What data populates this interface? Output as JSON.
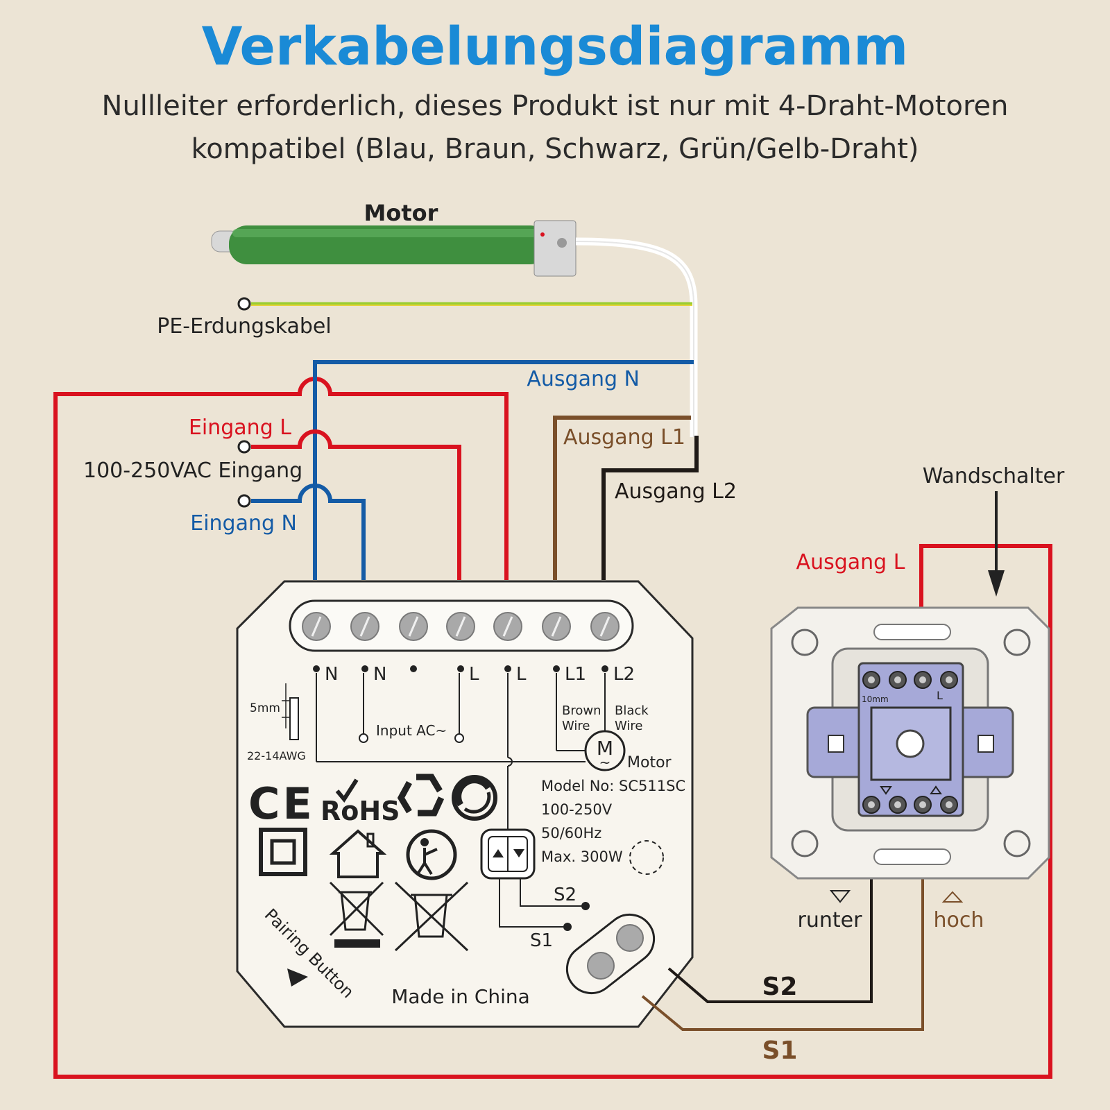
{
  "header": {
    "title": "Verkabelungsdiagramm",
    "subtitle_line1": "Nullleiter erforderlich, dieses Produkt ist nur mit 4-Draht-Motoren",
    "subtitle_line2": "kompatibel (Blau, Braun, Schwarz, Grün/Gelb-Draht)"
  },
  "labels": {
    "motor": "Motor",
    "pe": "PE-Erdungskabel",
    "ausgang_n": "Ausgang N",
    "eingang_l": "Eingang L",
    "input_voltage": "100-250VAC Eingang",
    "eingang_n": "Eingang N",
    "ausgang_l1": "Ausgang L1",
    "ausgang_l2": "Ausgang L2",
    "wandschalter": "Wandschalter",
    "ausgang_l": "Ausgang L",
    "runter": "runter",
    "hoch": "hoch",
    "s2": "S2",
    "s1": "S1"
  },
  "device": {
    "terminals": [
      "N",
      "N",
      "",
      "L",
      "L",
      "L1",
      "L2"
    ],
    "strip_length": "5mm",
    "awg": "22-14AWG",
    "input_label": "Input  AC~",
    "brown_wire_1": "Brown",
    "brown_wire_2": "Wire",
    "black_wire_1": "Black",
    "black_wire_2": "Wire",
    "motor_symbol": "M",
    "motor_tilde": "~",
    "motor_label": "Motor",
    "model": "Model No: SC511SC",
    "voltage": "100-250V",
    "frequency": "50/60Hz",
    "power": "Max. 300W",
    "s2": "S2",
    "s1": "S1",
    "pairing": "Pairing Button",
    "made_in": "Made in China",
    "ce": "CE",
    "rohs": "RoHS"
  },
  "switch": {
    "terminal_l": "L",
    "gap": "10mm"
  },
  "colors": {
    "title_blue": "#1a8ad6",
    "red": "#d9121f",
    "blue": "#145ba6",
    "brown": "#7a4f2a",
    "black": "#1f1a17",
    "green_yellow": "#9acd32",
    "motor_green": "#3f8f3f",
    "background": "#ece4d5"
  }
}
